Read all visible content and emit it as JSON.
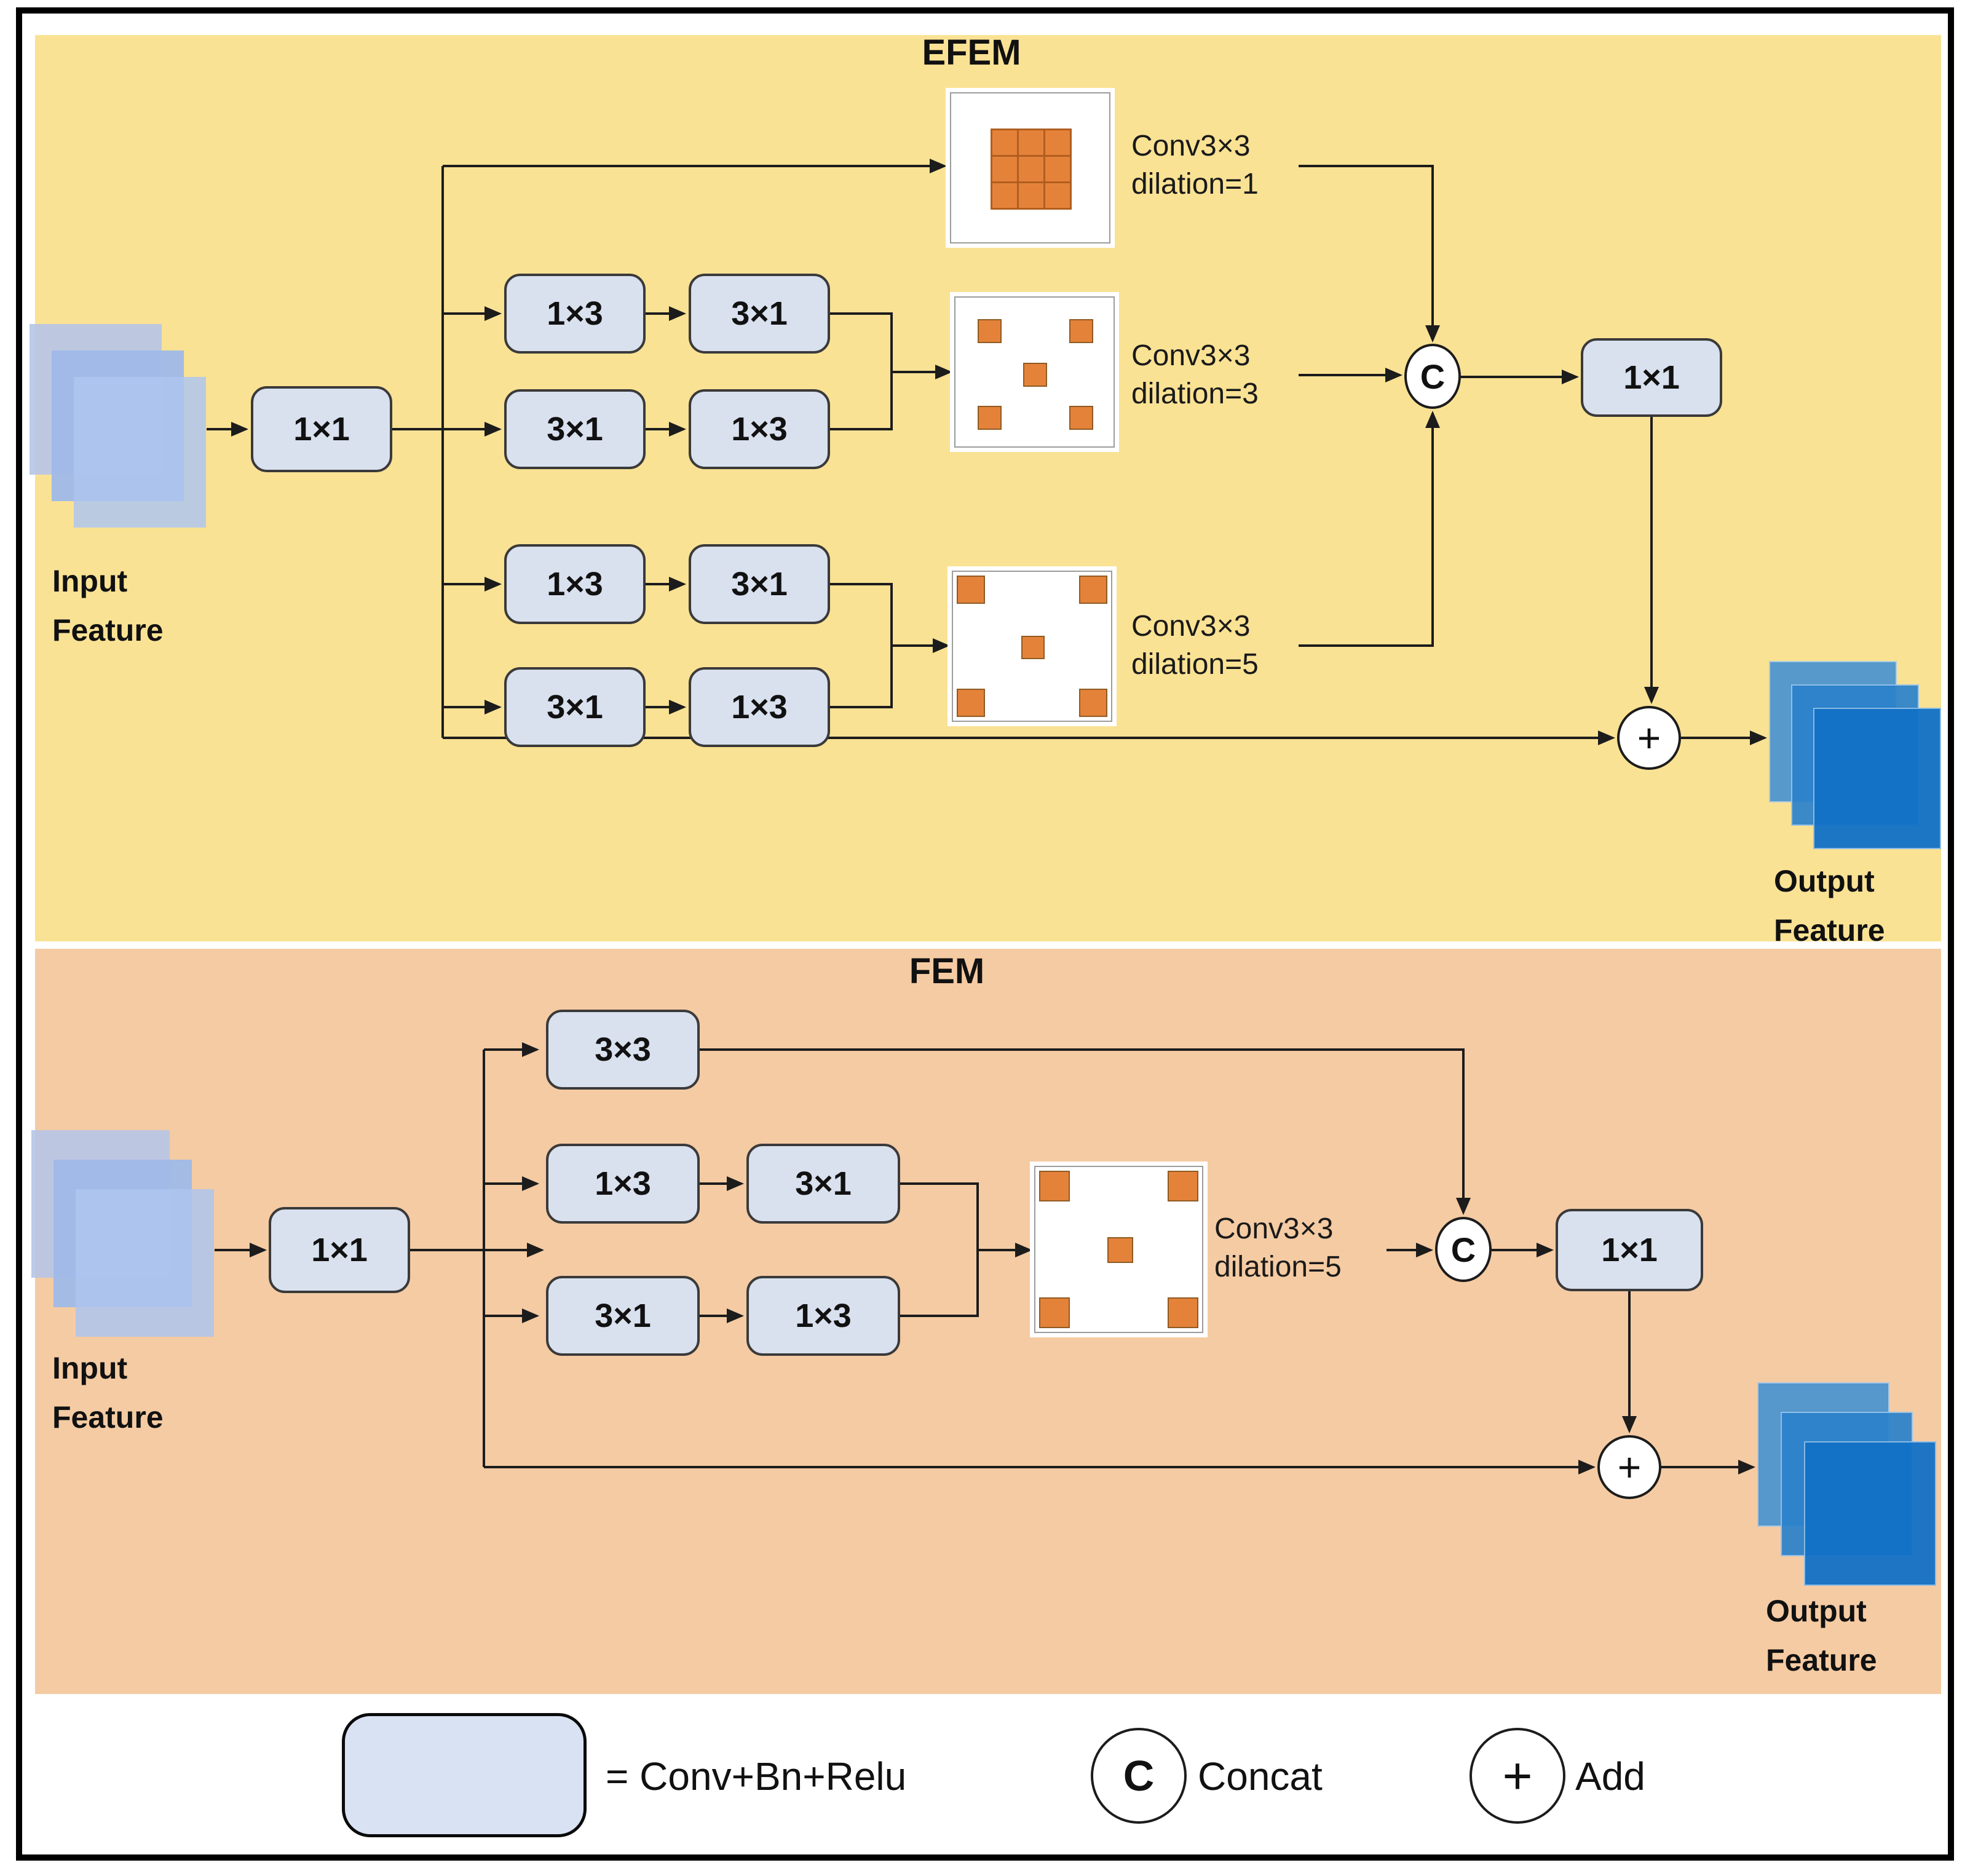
{
  "efem": {
    "title": "EFEM",
    "conv_in": "1×1",
    "conv_out": "1×1",
    "rows": [
      [
        "1×3",
        "3×1"
      ],
      [
        "3×1",
        "1×3"
      ],
      [
        "1×3",
        "3×1"
      ],
      [
        "3×1",
        "1×3"
      ]
    ],
    "dilations": [
      {
        "l1": "Conv3×3",
        "l2": "dilation=1"
      },
      {
        "l1": "Conv3×3",
        "l2": "dilation=3"
      },
      {
        "l1": "Conv3×3",
        "l2": "dilation=5"
      }
    ],
    "concat": "C",
    "add": "+"
  },
  "fem": {
    "title": "FEM",
    "conv_in": "1×1",
    "conv_out": "1×1",
    "conv_top": "3×3",
    "rows": [
      [
        "1×3",
        "3×1"
      ],
      [
        "3×1",
        "1×3"
      ]
    ],
    "dilation": {
      "l1": "Conv3×3",
      "l2": "dilation=5"
    },
    "concat": "C",
    "add": "+"
  },
  "labels": {
    "input_line1": "Input",
    "input_line2": "Feature",
    "output_line1": "Output",
    "output_line2": "Feature"
  },
  "legend": {
    "conv": "= Conv+Bn+Relu",
    "concat_symbol": "C",
    "concat": "Concat",
    "add_symbol": "+",
    "add": "Add"
  },
  "colors": {
    "efem_bg": "#FAE294",
    "fem_bg": "#F5CBA3",
    "block_fill": "#D9E0EE",
    "kernel_orange": "#E5823A",
    "input_blue": "#A9C0EA",
    "output_blue": "#1271C6"
  }
}
